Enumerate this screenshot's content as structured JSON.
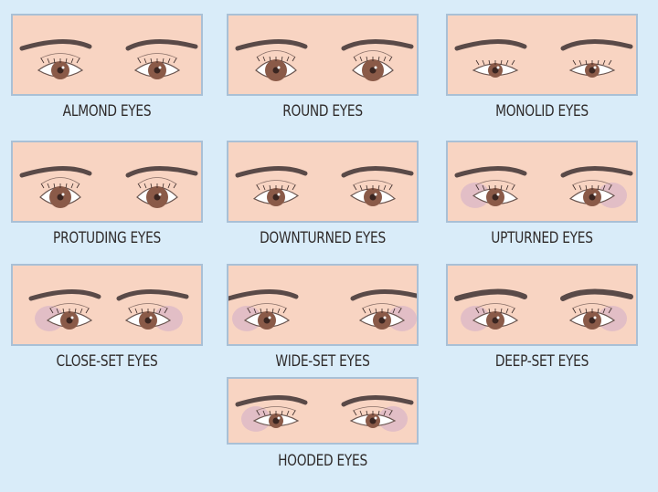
{
  "colors": {
    "background": "#d9ecf9",
    "skin": "#f8d4c2",
    "border": "#a9c0d6",
    "brow": "#5a4a48",
    "iris": "#8a5a48",
    "shadow": "#d9b5c8"
  },
  "eye_types": [
    {
      "label": "ALMOND EYES",
      "shape": "almond"
    },
    {
      "label": "ROUND EYES",
      "shape": "round"
    },
    {
      "label": "MONOLID EYES",
      "shape": "monolid"
    },
    {
      "label": "PROTUDING EYES",
      "shape": "protruding"
    },
    {
      "label": "DOWNTURNED EYES",
      "shape": "downturned"
    },
    {
      "label": "UPTURNED EYES",
      "shape": "upturned"
    },
    {
      "label": "CLOSE-SET EYES",
      "shape": "close-set"
    },
    {
      "label": "WIDE-SET EYES",
      "shape": "wide-set"
    },
    {
      "label": "DEEP-SET EYES",
      "shape": "deep-set"
    },
    {
      "label": "HOODED EYES",
      "shape": "hooded"
    }
  ]
}
